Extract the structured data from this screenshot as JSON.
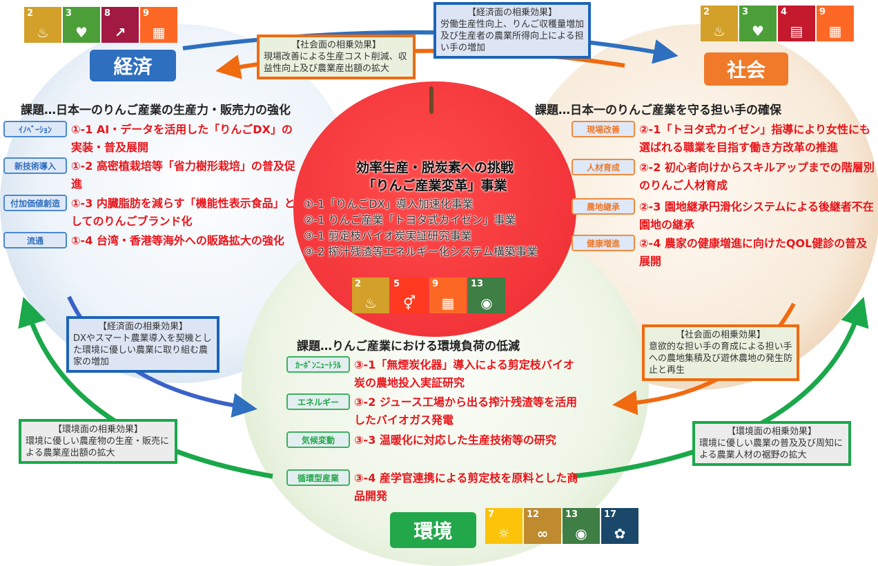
{
  "colors": {
    "economy": "#2e6fc0",
    "society": "#f07a2a",
    "environment": "#22a84a",
    "item_text": "#e8141a"
  },
  "pillars": {
    "economy": "経済",
    "society": "社会",
    "environment": "環境"
  },
  "sdgs": {
    "economy": [
      {
        "num": "2",
        "color": "#d3a029",
        "icon": "bowl-icon"
      },
      {
        "num": "3",
        "color": "#4c9f38",
        "icon": "heartbeat-icon"
      },
      {
        "num": "8",
        "color": "#a21942",
        "icon": "growth-chart-icon"
      },
      {
        "num": "9",
        "color": "#fd6925",
        "icon": "cubes-icon"
      }
    ],
    "society": [
      {
        "num": "2",
        "color": "#d3a029",
        "icon": "bowl-icon"
      },
      {
        "num": "3",
        "color": "#4c9f38",
        "icon": "heartbeat-icon"
      },
      {
        "num": "4",
        "color": "#c5192d",
        "icon": "book-icon"
      },
      {
        "num": "9",
        "color": "#fd6925",
        "icon": "cubes-icon"
      }
    ],
    "center": [
      {
        "num": "2",
        "color": "#d3a029",
        "icon": "bowl-icon"
      },
      {
        "num": "5",
        "color": "#ff3a21",
        "icon": "gender-icon"
      },
      {
        "num": "9",
        "color": "#fd6925",
        "icon": "cubes-icon"
      },
      {
        "num": "13",
        "color": "#3f7e44",
        "icon": "eye-icon"
      }
    ],
    "environment": [
      {
        "num": "7",
        "color": "#fcc30b",
        "icon": "sun-icon"
      },
      {
        "num": "12",
        "color": "#bf8b2e",
        "icon": "infinity-icon"
      },
      {
        "num": "13",
        "color": "#3f7e44",
        "icon": "eye-icon"
      },
      {
        "num": "17",
        "color": "#19486a",
        "icon": "flower-icon"
      }
    ]
  },
  "effects": {
    "top_social": {
      "title": "【社会面の相乗効果】",
      "body": "現場改善による生産コスト削減、収益性向上及び農業産出額の拡大"
    },
    "top_economic": {
      "title": "【経済面の相乗効果】",
      "body": "労働生産性向上、りんご収穫量増加及び生産者の農業所得向上による担い手の増加"
    },
    "left_economic": {
      "title": "【経済面の相乗効果】",
      "body": "DXやスマート農業導入を契機とした環境に優しい農業に取り組む農家の増加"
    },
    "left_environment": {
      "title": "【環境面の相乗効果】",
      "body": "環境に優しい農産物の生産・販売による農業産出額の拡大"
    },
    "right_social": {
      "title": "【社会面の相乗効果】",
      "body": "意欲的な担い手の育成による担い手への農地集積及び遊休農地の発生防止と再生"
    },
    "right_environment": {
      "title": "【環境面の相乗効果】",
      "body": "環境に優しい農業の普及及び周知による農業人材の裾野の拡大"
    }
  },
  "economy": {
    "issue": "課題…日本一のりんご産業の生産力・販売力の強化",
    "items": [
      {
        "tag": "ｲﾉﾍﾞｰｼｮﾝ",
        "text": "①-1 AI・データを活用した「りんごDX」の実装・普及展開"
      },
      {
        "tag": "新技術導入",
        "text": "①-2 高密植栽培等「省力樹形栽培」の普及促進"
      },
      {
        "tag": "付加価値創造",
        "text": "①-3 内臓脂肪を減らす「機能性表示食品」としてのりんごブランド化"
      },
      {
        "tag": "流通",
        "text": "①-4 台湾・香港等海外への販路拡大の強化"
      }
    ]
  },
  "society": {
    "issue": "課題…日本一のりんご産業を守る担い手の確保",
    "items": [
      {
        "tag": "現場改善",
        "text": "②-1「トヨタ式カイゼン」指導により女性にも選ばれる職業を目指す働き方改革の推進"
      },
      {
        "tag": "人材育成",
        "text": "②-2 初心者向けからスキルアップまでの階層別のりんご人材育成"
      },
      {
        "tag": "農地継承",
        "text": "②-3 園地継承円滑化システムによる後継者不在園地の継承"
      },
      {
        "tag": "健康増進",
        "text": "②-4 農家の健康増進に向けたQOL健診の普及展開"
      }
    ]
  },
  "environment": {
    "issue": "課題…りんご産業における環境負荷の低減",
    "items": [
      {
        "tag": "ｶｰﾎﾞﾝﾆｭｰﾄﾗﾙ",
        "text": "③-1「無煙炭化器」導入による剪定枝バイオ炭の農地投入実証研究"
      },
      {
        "tag": "エネルギー",
        "text": "③-2 ジュース工場から出る搾汁残渣等を活用したバイオガス発電"
      },
      {
        "tag": "気候変動",
        "text": "③-3 温暖化に対応した生産技術等の研究"
      },
      {
        "tag": "循環型産業",
        "text": "③-4 産学官連携による剪定枝を原料とした商品開発"
      }
    ]
  },
  "center": {
    "title1": "効率生産・脱炭素への挑戦",
    "title2": "「りんご産業変革」事業",
    "projects": [
      "①-1「りんごDX」導入加速化事業",
      "②-1 りんご産業「トヨタ式カイゼン」事業",
      "③-1 剪定枝バイオ炭実証研究事業",
      "③-2 搾汁残渣等エネルギー化システム構築事業"
    ]
  }
}
